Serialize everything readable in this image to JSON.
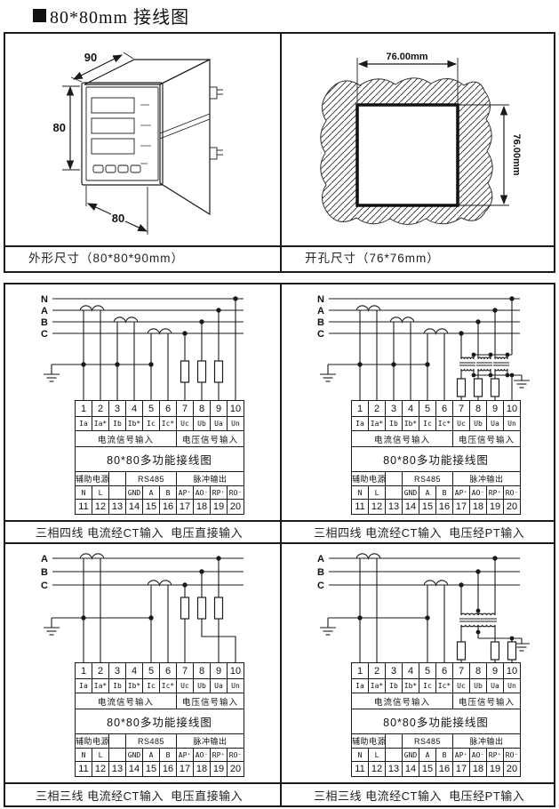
{
  "title": "80*80mm 接线图",
  "top_block": {
    "outline": {
      "caption": "外形尺寸（80*80*90mm）",
      "depth_label": "90",
      "height_label": "80",
      "width_label": "80"
    },
    "cutout": {
      "caption": "开孔尺寸（76*76mm）",
      "width_label": "76.00mm",
      "height_label": "76.00mm"
    }
  },
  "terminal_table": {
    "numbers_top": [
      "1",
      "2",
      "3",
      "4",
      "5",
      "6",
      "7",
      "8",
      "9",
      "10"
    ],
    "labels_top": [
      "Ia",
      "Ia*",
      "Ib",
      "Ib*",
      "Ic",
      "Ic*",
      "Uc",
      "Ub",
      "Ua",
      "Un"
    ],
    "group_current": "电流信号输入",
    "group_voltage": "电压信号输入",
    "block_title": "80*80多功能接线图",
    "group_aux": "辅助电源",
    "group_rs485": "RS485",
    "group_pulse": "脉冲输出",
    "labels_bottom": [
      "N",
      "L",
      "",
      "GND",
      "A",
      "B",
      "AP⁺",
      "AO⁻",
      "RP⁺",
      "RO⁻"
    ],
    "numbers_bottom": [
      "11",
      "12",
      "13",
      "14",
      "15",
      "16",
      "17",
      "18",
      "19",
      "20"
    ]
  },
  "panels": {
    "p1": {
      "phases": [
        "N",
        "A",
        "B",
        "C"
      ],
      "caption": "三相四线 电流经CT输入  电压直接输入"
    },
    "p2": {
      "phases": [
        "N",
        "A",
        "B",
        "C"
      ],
      "caption": "三相四线 电流经CT输入  电压经PT输入"
    },
    "p3": {
      "phases": [
        "A",
        "B",
        "C"
      ],
      "caption": "三相三线 电流经CT输入  电压直接输入"
    },
    "p4": {
      "phases": [
        "A",
        "B",
        "C"
      ],
      "caption": "三相三线 电流经CT输入  电压经PT输入"
    }
  }
}
